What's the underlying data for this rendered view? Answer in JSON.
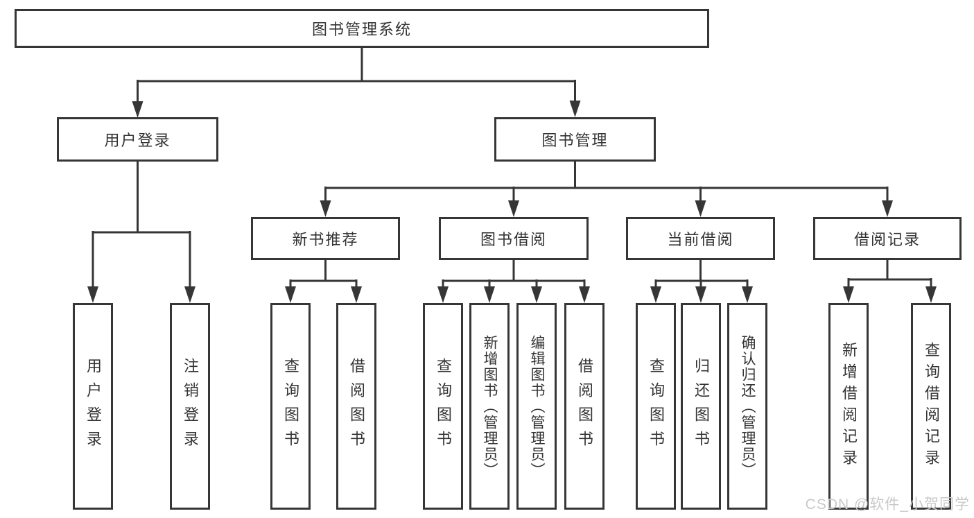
{
  "diagram_type": "function-structure-tree",
  "colors": {
    "line": "#363636",
    "box_border": "#363636",
    "box_background": "#ffffff",
    "text": "#333333",
    "watermark": "#c9c9c9"
  },
  "tree": {
    "label": "图书管理系统",
    "children": [
      {
        "label": "用户登录",
        "children": [
          {
            "label": "用户登录"
          },
          {
            "label": "注销登录"
          }
        ]
      },
      {
        "label": "图书管理",
        "children": [
          {
            "label": "新书推荐",
            "children": [
              {
                "label": "查询图书"
              },
              {
                "label": "借阅图书"
              }
            ]
          },
          {
            "label": "图书借阅",
            "children": [
              {
                "label": "查询图书"
              },
              {
                "label": "新增图书（管理员）"
              },
              {
                "label": "编辑图书（管理员）"
              },
              {
                "label": "借阅图书"
              }
            ]
          },
          {
            "label": "当前借阅",
            "children": [
              {
                "label": "查询图书"
              },
              {
                "label": "归还图书"
              },
              {
                "label": "确认归还（管理员）"
              }
            ]
          },
          {
            "label": "借阅记录",
            "children": [
              {
                "label": "新增借阅记录"
              },
              {
                "label": "查询借阅记录"
              }
            ]
          }
        ]
      }
    ]
  },
  "watermark": {
    "text": "CSDN @软件_小贺同学"
  }
}
